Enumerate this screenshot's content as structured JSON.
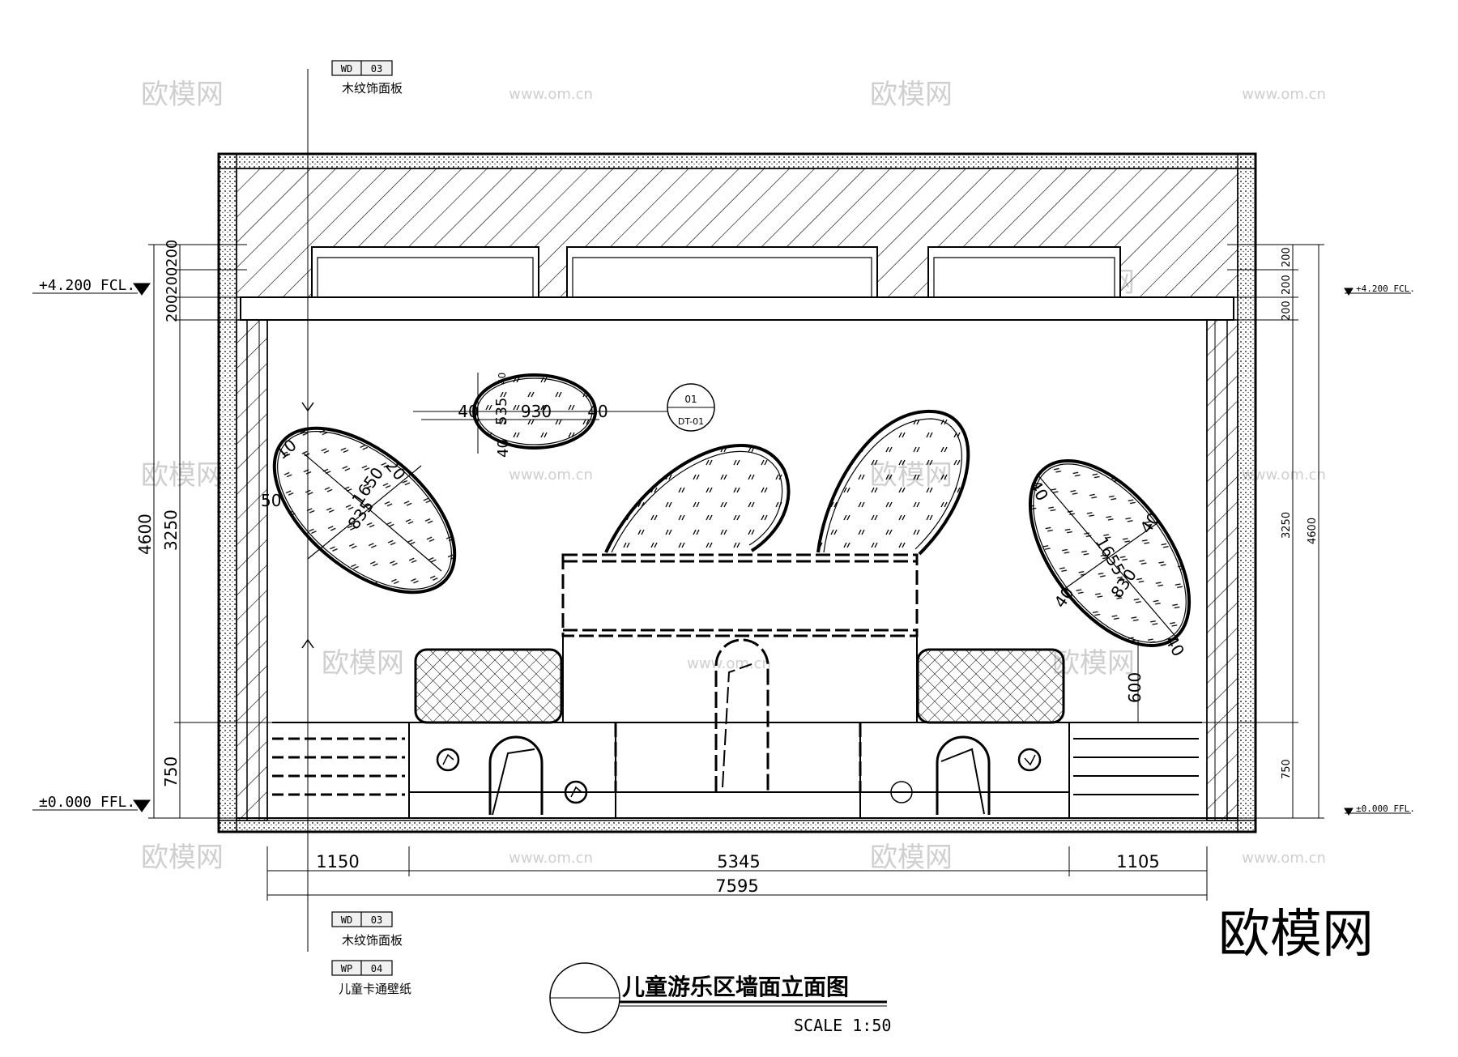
{
  "drawing": {
    "title": "儿童游乐区墙面立面图",
    "scale": "SCALE 1:50"
  },
  "callouts": [
    {
      "code": "WD",
      "num": "03",
      "desc": "木纹饰面板"
    },
    {
      "code": "WD",
      "num": "03",
      "desc": "木纹饰面板"
    },
    {
      "code": "WP",
      "num": "04",
      "desc": "儿童卡通壁纸"
    }
  ],
  "levels": {
    "left_top": "+4.200 FCL.",
    "left_bottom": "±0.000 FFL.",
    "right_top": "+4.200 FCL.",
    "right_bottom": "±0.000 FFL."
  },
  "detail_tag": {
    "top": "01",
    "bottom": "DT-01"
  },
  "dims": {
    "bottom_segments": [
      "1150",
      "5345",
      "1105"
    ],
    "bottom_total": "7595",
    "left_small": [
      "200",
      "200",
      "200"
    ],
    "left_mid": "3250",
    "left_total": "4600",
    "left_base": "750",
    "right_small": [
      "200",
      "200",
      "200"
    ],
    "right_mid": "3250",
    "right_total": "4600",
    "right_base": "750",
    "right_600": "600"
  },
  "ellipse_dims": {
    "top": {
      "w": "930",
      "h": "535",
      "a": "40",
      "b": "40",
      "c": "40",
      "d": "40"
    },
    "left": {
      "l": "1650",
      "s": "835",
      "a": "10",
      "b": "20",
      "c": "50"
    },
    "right": {
      "l": "1655",
      "s": "830",
      "a": "40",
      "b": "40",
      "c": "40",
      "d": "40"
    }
  },
  "watermark": {
    "brand": "欧模网",
    "url": "www.om.cn"
  }
}
